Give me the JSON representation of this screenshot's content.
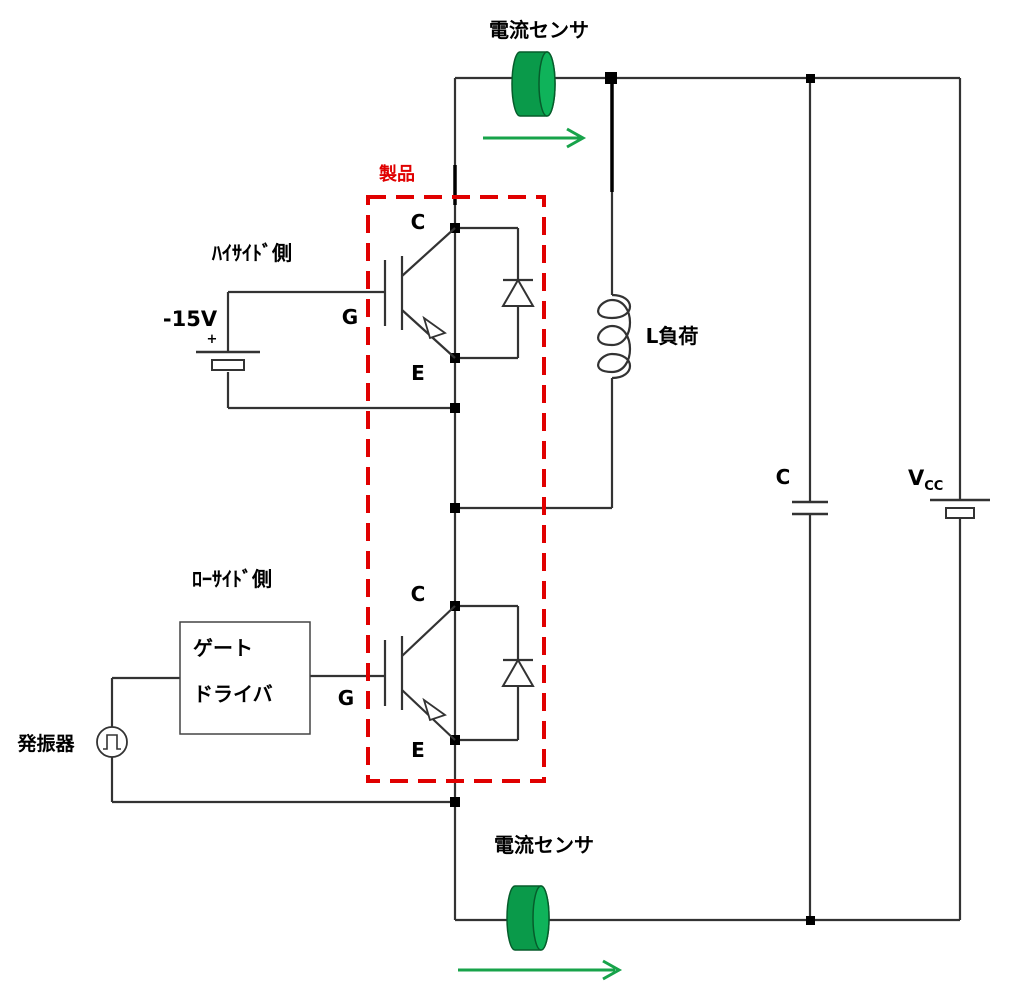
{
  "labels": {
    "current_sensor_top": "電流センサ",
    "current_sensor_bottom": "電流センサ",
    "product": "製品",
    "high_side": "ﾊｲｻｲﾄﾞ側",
    "low_side": "ﾛｰｻｲﾄﾞ側",
    "voltage": "-15V",
    "plus": "+",
    "collector_top": "C",
    "gate_top": "G",
    "emitter_top": "E",
    "collector_bottom": "C",
    "gate_bottom": "G",
    "emitter_bottom": "E",
    "load": "L負荷",
    "capacitor": "C",
    "vcc_main": "V",
    "vcc_sub": "CC",
    "gate_driver_line1": "ゲート",
    "gate_driver_line2": "ドライバ",
    "oscillator": "発振器"
  },
  "colors": {
    "sensor": "#0a9a4a",
    "arrow": "#17a34a",
    "product_box": "#e00000",
    "wire": "#333333"
  }
}
